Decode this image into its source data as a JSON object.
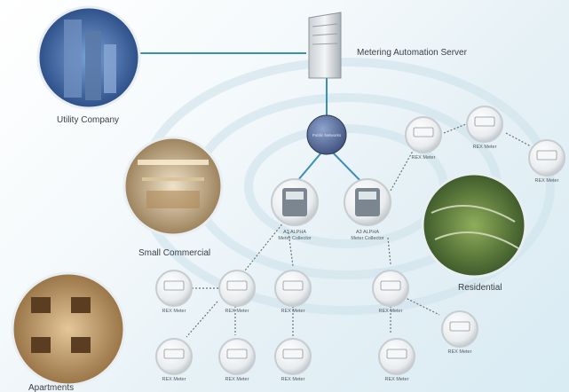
{
  "server": {
    "label": "Metering Automation Server",
    "icon": "server-tower-icon"
  },
  "network": {
    "label": "Public Networks",
    "icon": "network-cloud-icon"
  },
  "sites": {
    "utility": "Utility Company",
    "commercial": "Small Commercial",
    "residential": "Residential",
    "apartments": "Apartments"
  },
  "collectors": [
    {
      "line1": "A3 ALPHA",
      "line2": "Meter Collector"
    },
    {
      "line1": "A3 ALPHA",
      "line2": "Meter Collector"
    }
  ],
  "meter_label": "REX Meter",
  "colors": {
    "link": "#3a8fb7",
    "wireless": "#6b7278",
    "node": "#4b5f86",
    "meter_ring": "#c7ccd0"
  }
}
